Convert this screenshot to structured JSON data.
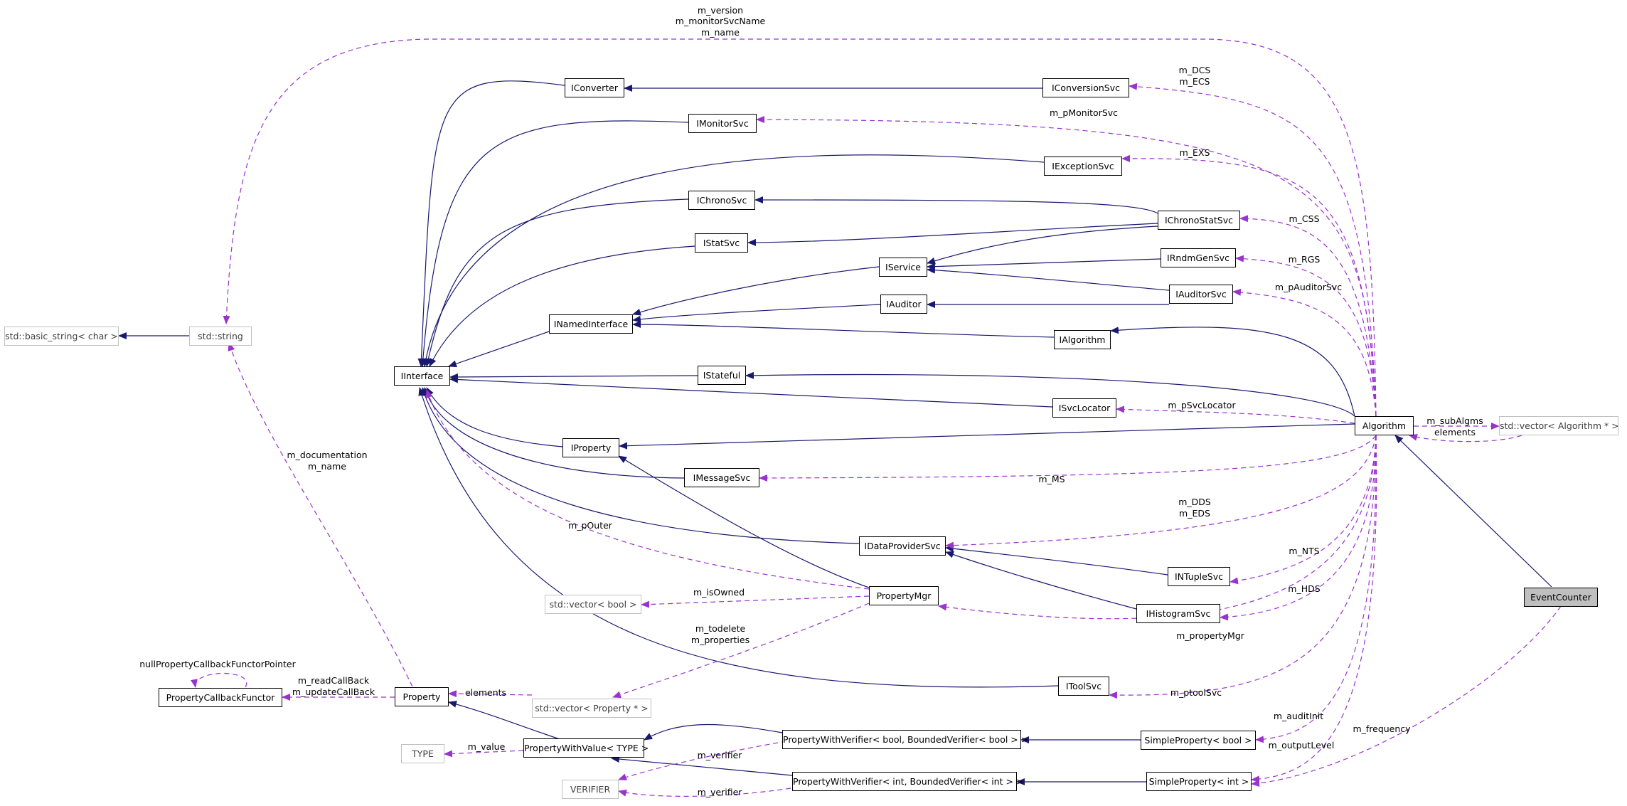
{
  "colors": {
    "inheritance": "#191970",
    "usage": "#9a32cd",
    "node_border": "#000000",
    "external_border": "#c0c0c0",
    "selected_fill": "#bfbfbf"
  },
  "nodes": {
    "basic_string": "std::basic_string< char >",
    "std_string": "std::string",
    "IInterface": "IInterface",
    "IConverter": "IConverter",
    "IConversionSvc": "IConversionSvc",
    "IMonitorSvc": "IMonitorSvc",
    "IExceptionSvc": "IExceptionSvc",
    "IChronoSvc": "IChronoSvc",
    "IChronoStatSvc": "IChronoStatSvc",
    "IStatSvc": "IStatSvc",
    "IService": "IService",
    "IRndmGenSvc": "IRndmGenSvc",
    "IAuditor": "IAuditor",
    "IAuditorSvc": "IAuditorSvc",
    "INamedInterface": "INamedInterface",
    "IAlgorithm": "IAlgorithm",
    "IStateful": "IStateful",
    "ISvcLocator": "ISvcLocator",
    "Algorithm": "Algorithm",
    "vector_algorithm": "std::vector< Algorithm * >",
    "IProperty": "IProperty",
    "IMessageSvc": "IMessageSvc",
    "IDataProviderSvc": "IDataProviderSvc",
    "INTupleSvc": "INTupleSvc",
    "vector_bool": "std::vector< bool >",
    "PropertyMgr": "PropertyMgr",
    "IHistogramSvc": "IHistogramSvc",
    "EventCounter": "EventCounter",
    "PropertyCallbackFunctor": "PropertyCallbackFunctor",
    "Property": "Property",
    "vector_property": "std::vector< Property * >",
    "IToolSvc": "IToolSvc",
    "TYPE": "TYPE",
    "PropertyWithValue": "PropertyWithValue< TYPE >",
    "PWV_bool": "PropertyWithVerifier< bool, BoundedVerifier< bool > >",
    "SimpleProperty_bool": "SimpleProperty< bool >",
    "VERIFIER": "VERIFIER",
    "PWV_int": "PropertyWithVerifier< int, BoundedVerifier< int > >",
    "SimpleProperty_int": "SimpleProperty< int >"
  },
  "edge_labels": {
    "version_monitor_name": [
      "m_version",
      "m_monitorSvcName",
      "m_name"
    ],
    "dcs_ecs": [
      "m_DCS",
      "m_ECS"
    ],
    "pMonitorSvc": "m_pMonitorSvc",
    "exs": "m_EXS",
    "css": "m_CSS",
    "rgs": "m_RGS",
    "pAuditorSvc": "m_pAuditorSvc",
    "pSvcLocator": "m_pSvcLocator",
    "subAlgms_elements": [
      "m_subAlgms",
      "elements"
    ],
    "documentation_name": [
      "m_documentation",
      "m_name"
    ],
    "ms": "m_MS",
    "dds_eds": [
      "m_DDS",
      "m_EDS"
    ],
    "pOuter": "m_pOuter",
    "nts": "m_NTS",
    "isOwned": "m_isOwned",
    "hds": "m_HDS",
    "todelete_properties": [
      "m_todelete",
      "m_properties"
    ],
    "propertyMgr": "m_propertyMgr",
    "nullCallback": "nullPropertyCallbackFunctorPointer",
    "callbacks": [
      "m_readCallBack",
      "m_updateCallBack"
    ],
    "elements": "elements",
    "ptoolSvc": "m_ptoolSvc",
    "auditInit": "m_auditInit",
    "value": "m_value",
    "verifier_1": "m_verifier",
    "outputLevel": "m_outputLevel",
    "frequency": "m_frequency",
    "verifier_2": "m_verifier"
  }
}
